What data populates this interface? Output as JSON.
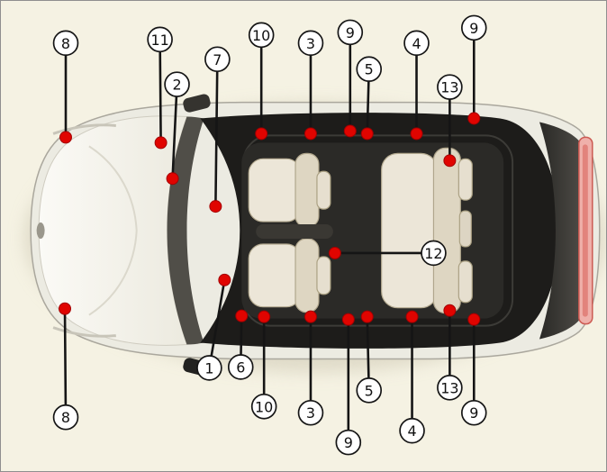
{
  "page": {
    "background_color": "#f5f2e3",
    "frame_border_color": "#8f8f8f",
    "title": "Vehicle top-view component location diagram"
  },
  "diagram": {
    "type": "vehicle-callout-diagram",
    "marker_color": "#e00400",
    "callout_circle_fill": "#ffffff",
    "callout_stroke_color": "#151515",
    "callouts": [
      {
        "label": "8",
        "circle": [
          72,
          47
        ],
        "dot": [
          72,
          152
        ]
      },
      {
        "label": "11",
        "circle": [
          177,
          43
        ],
        "dot": [
          178,
          158
        ]
      },
      {
        "label": "2",
        "circle": [
          196,
          93
        ],
        "dot": [
          191,
          198
        ]
      },
      {
        "label": "7",
        "circle": [
          241,
          65
        ],
        "dot": [
          239,
          229
        ]
      },
      {
        "label": "10",
        "circle": [
          290,
          38
        ],
        "dot": [
          290,
          148
        ]
      },
      {
        "label": "3",
        "circle": [
          345,
          47
        ],
        "dot": [
          345,
          148
        ]
      },
      {
        "label": "9",
        "circle": [
          389,
          35
        ],
        "dot": [
          389,
          145
        ]
      },
      {
        "label": "5",
        "circle": [
          410,
          76
        ],
        "dot": [
          408,
          148
        ]
      },
      {
        "label": "4",
        "circle": [
          463,
          47
        ],
        "dot": [
          463,
          148
        ]
      },
      {
        "label": "13",
        "circle": [
          500,
          96
        ],
        "dot": [
          500,
          178
        ]
      },
      {
        "label": "9",
        "circle": [
          527,
          30
        ],
        "dot": [
          527,
          131
        ]
      },
      {
        "label": "12",
        "circle": [
          482,
          281
        ],
        "dot": [
          372,
          281
        ]
      },
      {
        "label": "8",
        "circle": [
          72,
          464
        ],
        "dot": [
          71,
          343
        ]
      },
      {
        "label": "1",
        "circle": [
          232,
          409
        ],
        "dot": [
          249,
          311
        ]
      },
      {
        "label": "6",
        "circle": [
          267,
          408
        ],
        "dot": [
          268,
          351
        ]
      },
      {
        "label": "10",
        "circle": [
          293,
          452
        ],
        "dot": [
          293,
          352
        ]
      },
      {
        "label": "3",
        "circle": [
          345,
          459
        ],
        "dot": [
          345,
          352
        ]
      },
      {
        "label": "9",
        "circle": [
          387,
          492
        ],
        "dot": [
          387,
          355
        ]
      },
      {
        "label": "5",
        "circle": [
          410,
          434
        ],
        "dot": [
          408,
          352
        ]
      },
      {
        "label": "4",
        "circle": [
          458,
          479
        ],
        "dot": [
          458,
          352
        ]
      },
      {
        "label": "13",
        "circle": [
          500,
          431
        ],
        "dot": [
          500,
          345
        ]
      },
      {
        "label": "9",
        "circle": [
          527,
          459
        ],
        "dot": [
          527,
          355
        ]
      }
    ]
  }
}
